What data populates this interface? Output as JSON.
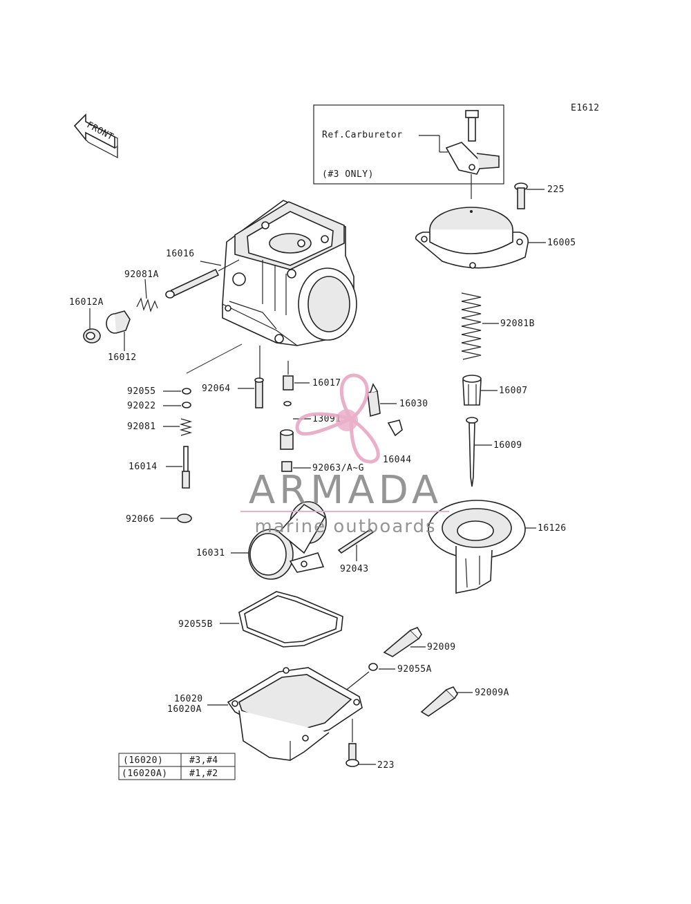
{
  "diagram": {
    "code": "E1612",
    "front_label": "FRONT",
    "ref_box": {
      "line1": "Ref.Carburetor",
      "line2": "(#3 ONLY)"
    },
    "labels": {
      "p225": "225",
      "p16005": "16005",
      "p92081B": "92081B",
      "p16007": "16007",
      "p16009": "16009",
      "p16126": "16126",
      "p16016": "16016",
      "p92081A": "92081A",
      "p16012A": "16012A",
      "p16012": "16012",
      "p92055": "92055",
      "p92022": "92022",
      "p92081": "92081",
      "p16014": "16014",
      "p92066": "92066",
      "p92064": "92064",
      "p16017": "16017",
      "p16030": "16030",
      "p13091": "13091",
      "p16044": "16044",
      "p92063": "92063/A~G",
      "p16031": "16031",
      "p92043": "92043",
      "p92055B": "92055B",
      "p92009": "92009",
      "p92055A": "92055A",
      "p92009A": "92009A",
      "p16020": "16020",
      "p16020A": "16020A",
      "p223": "223"
    },
    "table": {
      "rows": [
        {
          "part": "(16020)",
          "units": "#3,#4"
        },
        {
          "part": "(16020A)",
          "units": "#1,#2"
        }
      ]
    }
  },
  "watermark": {
    "brand": "ARMADA",
    "tagline": "marine outboards",
    "color": "#e8a8c4",
    "text_color": "#8a8a8a"
  }
}
